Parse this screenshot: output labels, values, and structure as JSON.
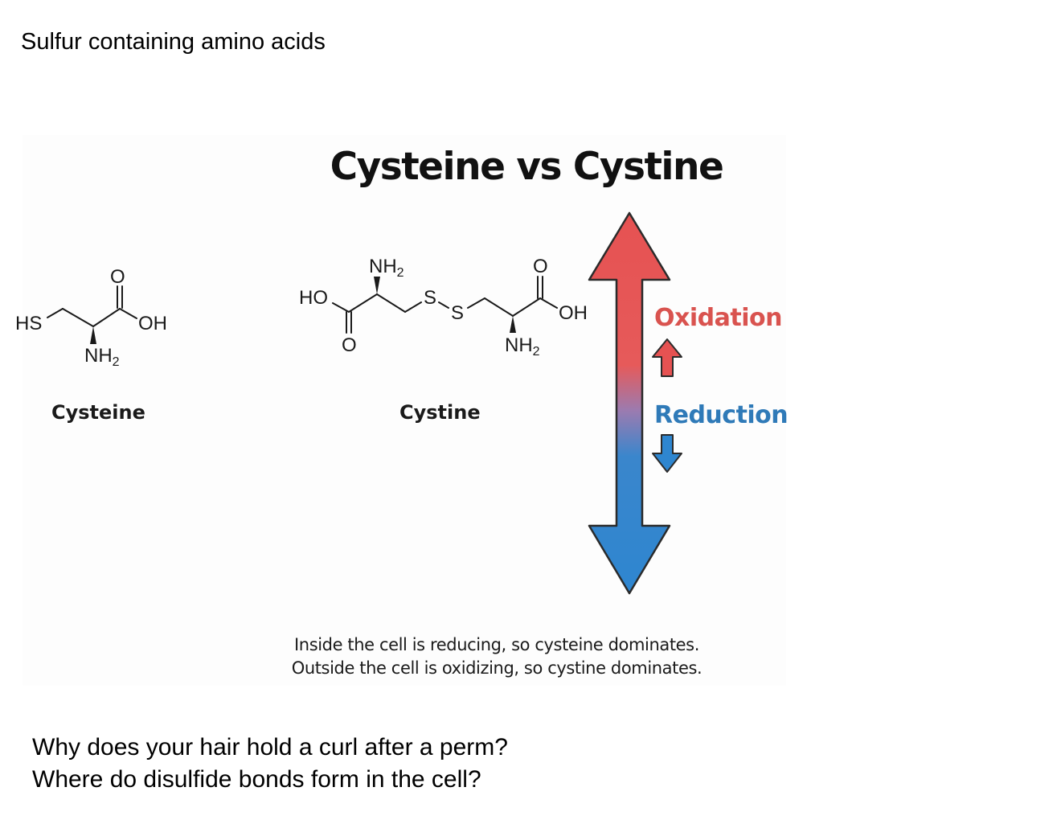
{
  "slide": {
    "title": "Sulfur containing amino acids",
    "questions": [
      "Why does your hair hold a curl after a perm?",
      "Where do disulfide bonds form in the cell?"
    ]
  },
  "figure": {
    "title": "Cysteine vs Cystine",
    "cysteine": {
      "name": "Cysteine",
      "atoms": {
        "thiol": "HS",
        "carbonyl_o": "O",
        "hydroxyl": "OH",
        "amine": "NH",
        "amine_sub": "2"
      }
    },
    "cystine": {
      "name": "Cystine",
      "atoms": {
        "left_hydroxyl": "HO",
        "left_carbonyl_o": "O",
        "left_amine": "NH",
        "left_amine_sub": "2",
        "sulfur_1": "S",
        "sulfur_2": "S",
        "right_carbonyl_o": "O",
        "right_hydroxyl": "OH",
        "right_amine": "NH",
        "right_amine_sub": "2"
      }
    },
    "legend": {
      "oxidation": "Oxidation",
      "reduction": "Reduction"
    },
    "caption": [
      "Inside the cell is reducing, so cysteine dominates.",
      "Outside the cell is oxidizing, so cystine dominates."
    ],
    "colors": {
      "oxidation": "#d9534f",
      "reduction": "#2f7ab8",
      "arrow_top": "#e65252",
      "arrow_bottom": "#2e86d0"
    },
    "icons": [
      "double-headed-arrow-icon",
      "up-arrow-icon",
      "down-arrow-icon"
    ]
  }
}
